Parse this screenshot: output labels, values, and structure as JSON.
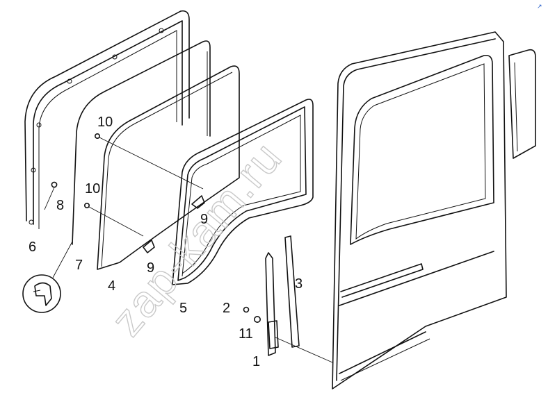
{
  "watermark": "zap-kam.ru",
  "corner_mark": "↗",
  "labels": {
    "p1": "1",
    "p2": "2",
    "p3": "3",
    "p4": "4",
    "p5": "5",
    "p6": "6",
    "p7": "7",
    "p8": "8",
    "p9a": "9",
    "p9b": "9",
    "p10a": "10",
    "p10b": "10",
    "p11": "11"
  }
}
